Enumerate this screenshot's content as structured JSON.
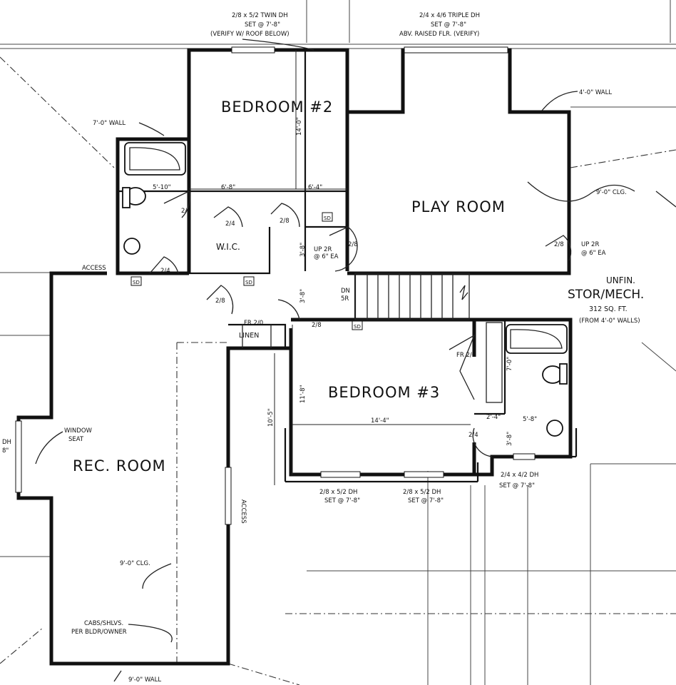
{
  "rooms": {
    "bedroom2": "BEDROOM #2",
    "playroom": "PLAY ROOM",
    "bedroom3": "BEDROOM #3",
    "recroom": "REC. ROOM",
    "wic": "W.I.C.",
    "linen": "LINEN",
    "unfin": "UNFIN.",
    "stor": "STOR/MECH.",
    "sqft": "312 SQ. FT.",
    "from": "(FROM 4'-0\" WALLS)"
  },
  "windows": {
    "w1_a": "2/8 x 5/2 TWIN DH",
    "w1_b": "SET @ 7'-8\"",
    "w1_c": "(VERIFY W/ ROOF BELOW)",
    "w2_a": "2/4 x 4/6 TRIPLE DH",
    "w2_b": "SET @ 7'-8\"",
    "w2_c": "ABV. RAISED FLR. (VERIFY)",
    "w3_a": "2/8 x 5/2 DH",
    "w3_b": "SET @ 7'-8\"",
    "w4_a": "2/8 x 5/2 DH",
    "w4_b": "SET @ 7'-8\"",
    "w5_a": "2/4 x 4/2 DH",
    "w5_b": "SET @ 7'-8\""
  },
  "notes": {
    "wall7": "7'-0\" WALL",
    "wall4": "4'-0\" WALL",
    "clg9_top": "9'-0\" CLG.",
    "clg9_rec": "9'-0\" CLG.",
    "wall9": "9'-0\" WALL",
    "access_top": "ACCESS",
    "access_side": "ACCESS",
    "window": "WINDOW",
    "seat": "SEAT",
    "cabs": "CABS/SHLVS.",
    "per": "PER BLDR/OWNER",
    "up2r_a": "UP 2R",
    "up2r_b": "@ 6\" EA",
    "up2r2_a": "UP 2R",
    "up2r2_b": "@ 6\" EA",
    "dn": "DN",
    "br": "5R",
    "fr": "FR 2/0",
    "fr2": "FR 2/0",
    "dh": "DH",
    "eight": "8\""
  },
  "doors": {
    "d1": "2/4",
    "d2": "2/4",
    "d3": "2/8",
    "d4": "2/8",
    "d5": "2/4",
    "d6": "2/8",
    "d7": "2/8",
    "d8": "2/8",
    "d9": "2/4"
  },
  "smoke": [
    "SD",
    "SD",
    "SD",
    "SD"
  ],
  "dims": {
    "b2_w": "6'-8\"",
    "b2_w2": "6'-4\"",
    "b2_h": "14'-0\"",
    "bath_w": "5'-10\"",
    "b3_w": "14'-4\"",
    "b3_h": "11'-8\"",
    "hall_h": "3'-8\"",
    "hall_h2": "3'-8\"",
    "rec_d": "10'-5\"",
    "bath3_a": "2'-4\"",
    "bath3_b": "5'-8\"",
    "bath3_c": "7'-0\"",
    "bath3_d": "3'-8\""
  }
}
